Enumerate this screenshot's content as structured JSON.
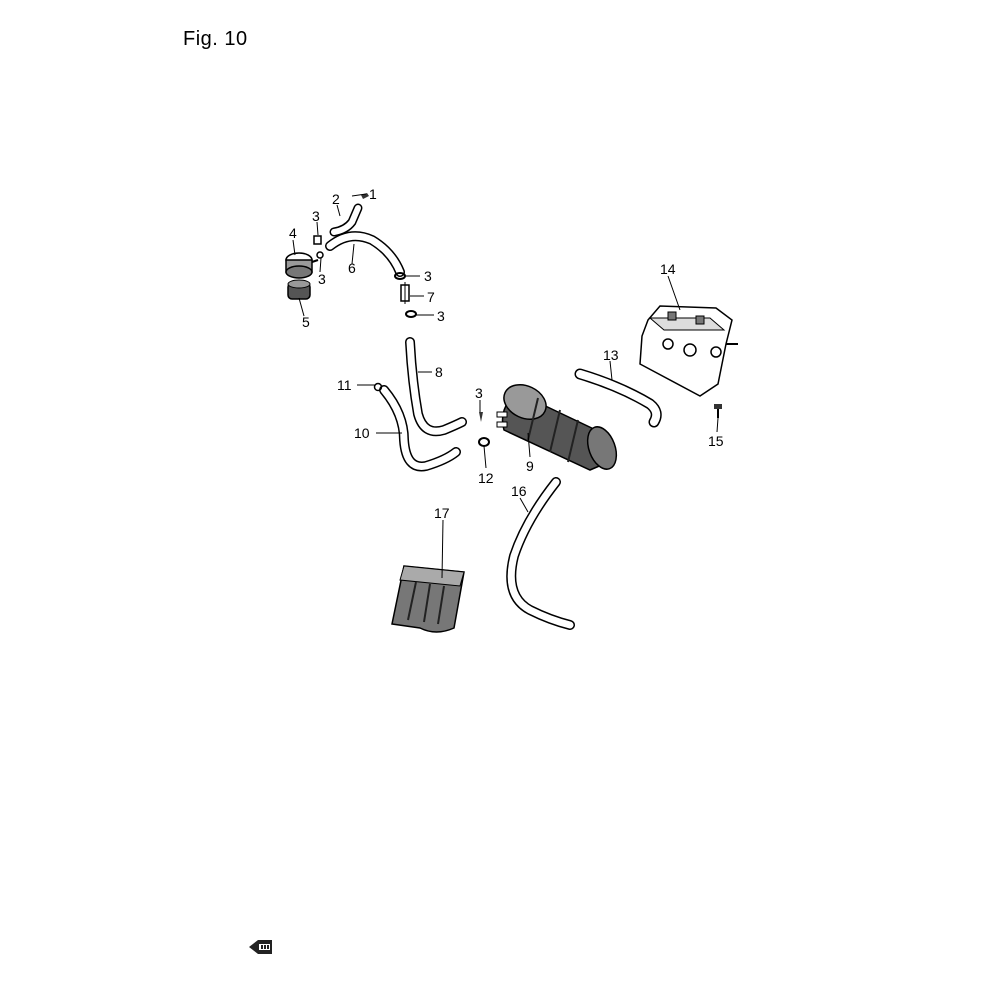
{
  "figure": {
    "title": "Fig. 10"
  },
  "callouts": {
    "c1": "1",
    "c2": "2",
    "c3a": "3",
    "c3b": "3",
    "c3c": "3",
    "c3d": "3",
    "c3e": "3",
    "c4": "4",
    "c5": "5",
    "c6": "6",
    "c7": "7",
    "c8": "8",
    "c9": "9",
    "c10": "10",
    "c11": "11",
    "c12": "12",
    "c13": "13",
    "c14": "14",
    "c15": "15",
    "c16": "16",
    "c17": "17"
  },
  "colors": {
    "line": "#000000",
    "hose_fill": "#ffffff",
    "part_shade": "#6e6e6e",
    "part_dark": "#3a3a3a"
  },
  "icons": {
    "end": "end-arrow-icon"
  }
}
